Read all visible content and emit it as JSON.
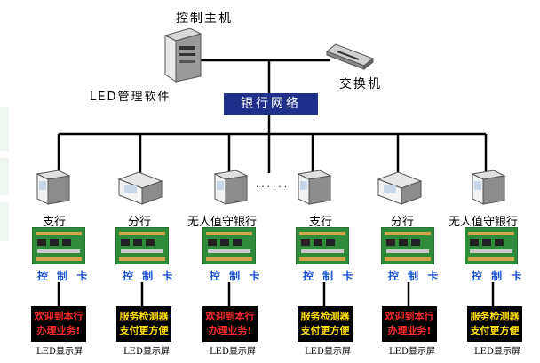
{
  "title": {
    "host": "控制主机",
    "software": "LED管理软件",
    "switch": "交换机",
    "network": "银行网络"
  },
  "ellipsis": "· · · · · ·",
  "nodes": [
    {
      "label": "支行",
      "card": "控 制 卡",
      "led": [
        "欢迎到本行",
        "办理业务!"
      ],
      "led_color": "#ff2a2a",
      "caption": "LED显示屏"
    },
    {
      "label": "分行",
      "card": "控 制 卡",
      "led": [
        "服务检测器",
        "支付更方便"
      ],
      "led_color": "#ffe000",
      "caption": "LED显示屏"
    },
    {
      "label": "无人值守银行",
      "card": "控 制 卡",
      "led": [
        "欢迎到本行",
        "办理业务!"
      ],
      "led_color": "#ff2a2a",
      "caption": "LED显示屏"
    },
    {
      "label": "支行",
      "card": "控 制 卡",
      "led": [
        "服务检测器",
        "支付更方便"
      ],
      "led_color": "#ffe000",
      "caption": "LED显示屏"
    },
    {
      "label": "分行",
      "card": "控 制 卡",
      "led": [
        "欢迎到本行",
        "办理业务!"
      ],
      "led_color": "#ff2a2a",
      "caption": "LED显示屏"
    },
    {
      "label": "无人值守银行",
      "card": "控 制 卡",
      "led": [
        "服务检测器",
        "支付更方便"
      ],
      "led_color": "#ffe000",
      "caption": "LED显示屏"
    }
  ],
  "colors": {
    "network_box": "#1f2f8a",
    "card_label": "#1a4fd0",
    "pcb": "#2e8b3a",
    "line": "#000000"
  }
}
